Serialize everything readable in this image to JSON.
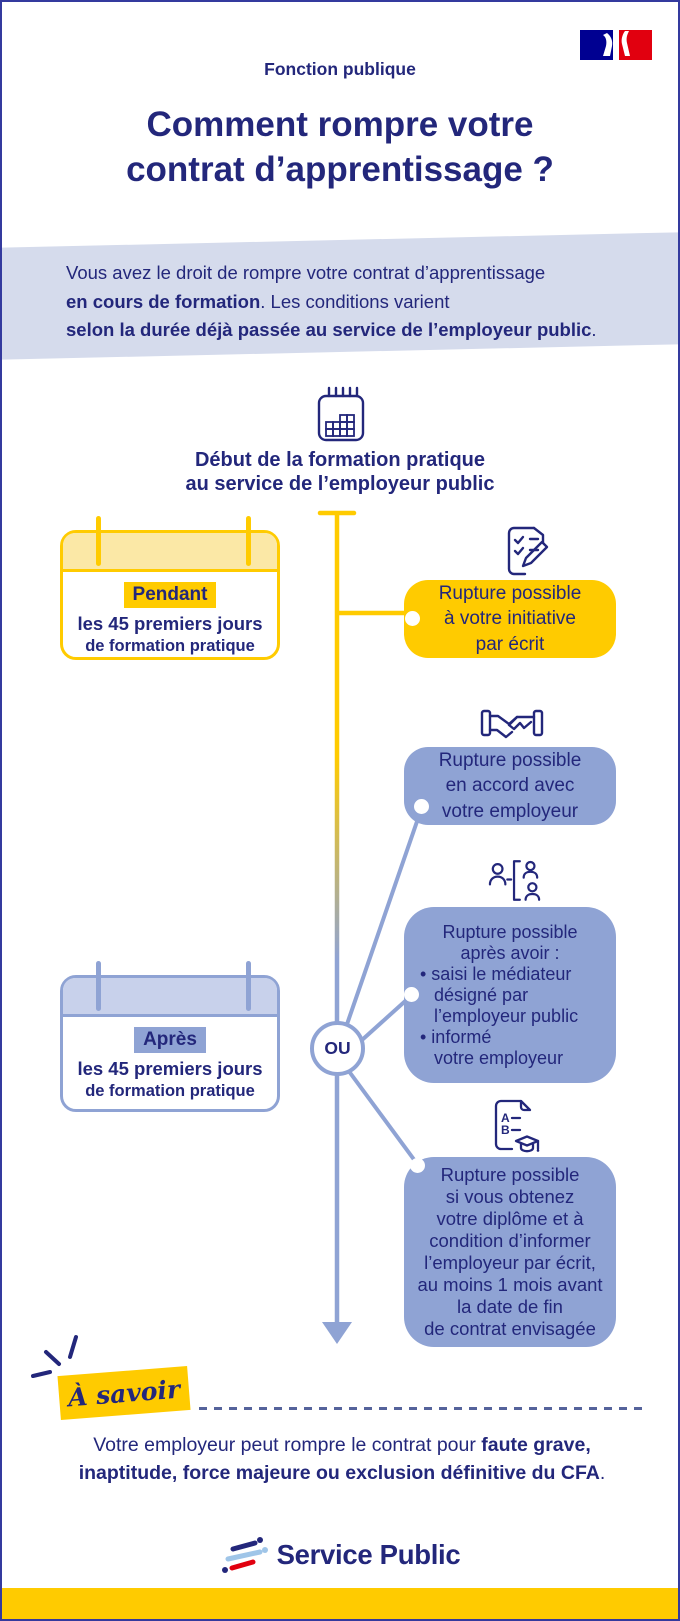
{
  "header": {
    "kicker": "Fonction publique",
    "title_line1": "Comment rompre votre",
    "title_line2": "contrat d’apprentissage ?"
  },
  "intro": {
    "line1": "Vous avez le droit de rompre votre contrat d’apprentissage",
    "line2_bold": "en cours de formation",
    "line2_rest": ". Les conditions varient",
    "line3_bold": "selon la durée déjà passée au service de l’employeur public",
    "line3_rest": "."
  },
  "timeline": {
    "start_line1": "Début de la formation pratique",
    "start_line2": "au service de l’employeur public",
    "or_label": "OU"
  },
  "period_pendant": {
    "tag": "Pendant",
    "line1": "les 45 premiers jours",
    "line2": "de formation pratique"
  },
  "period_apres": {
    "tag": "Après",
    "line1": "les 45 premiers jours",
    "line2": "de formation pratique"
  },
  "outcome_initiative": {
    "lines": [
      "Rupture possible",
      "à votre initiative",
      "par écrit"
    ]
  },
  "outcome_accord": {
    "lines": [
      "Rupture possible",
      "en accord avec",
      "votre employeur"
    ]
  },
  "outcome_mediateur": {
    "intro": [
      "Rupture possible",
      "après avoir :"
    ],
    "bullet1": [
      "• saisi le médiateur",
      "désigné par",
      "l’employeur public"
    ],
    "bullet2": [
      "• informé",
      "votre employeur"
    ]
  },
  "outcome_diplome": {
    "lines": [
      "Rupture possible",
      "si vous obtenez",
      "votre diplôme et à",
      "condition d’informer",
      "l’employeur par écrit,",
      "au moins 1 mois avant",
      "la date de fin",
      "de contrat envisagée"
    ]
  },
  "note": {
    "label": "À savoir",
    "line1_regular": "Votre employeur peut rompre le contrat pour ",
    "line1_bold": "faute grave,",
    "line2_bold": "inaptitude, force majeure ou exclusion définitive du CFA",
    "line2_end": "."
  },
  "footer": {
    "brand": "Service Public"
  },
  "icons": {
    "calendar": "calendar-grid-icon",
    "initiative": "document-check-pencil-icon",
    "accord": "handshake-icon",
    "mediateur": "mediator-people-icon",
    "diplome": "report-card-graduation-icon",
    "spark": "spark-emphasis-icon",
    "brand": "service-public-stripes-icon",
    "flag": "french-republic-marianne-logo",
    "diploma_letter_a": "A",
    "diploma_letter_b": "B"
  },
  "colors": {
    "navy": "#23277B",
    "gold": "#FFCB00",
    "peri": "#8FA3D4",
    "periLight": "#C8D1EB",
    "goldLight": "#FBE8A6",
    "band": "#D5DBEC",
    "slate": "#55639B",
    "red": "#E1000F",
    "lightblue": "#9FC5E8",
    "border": "#343A9E",
    "flagblue": "#000091"
  }
}
